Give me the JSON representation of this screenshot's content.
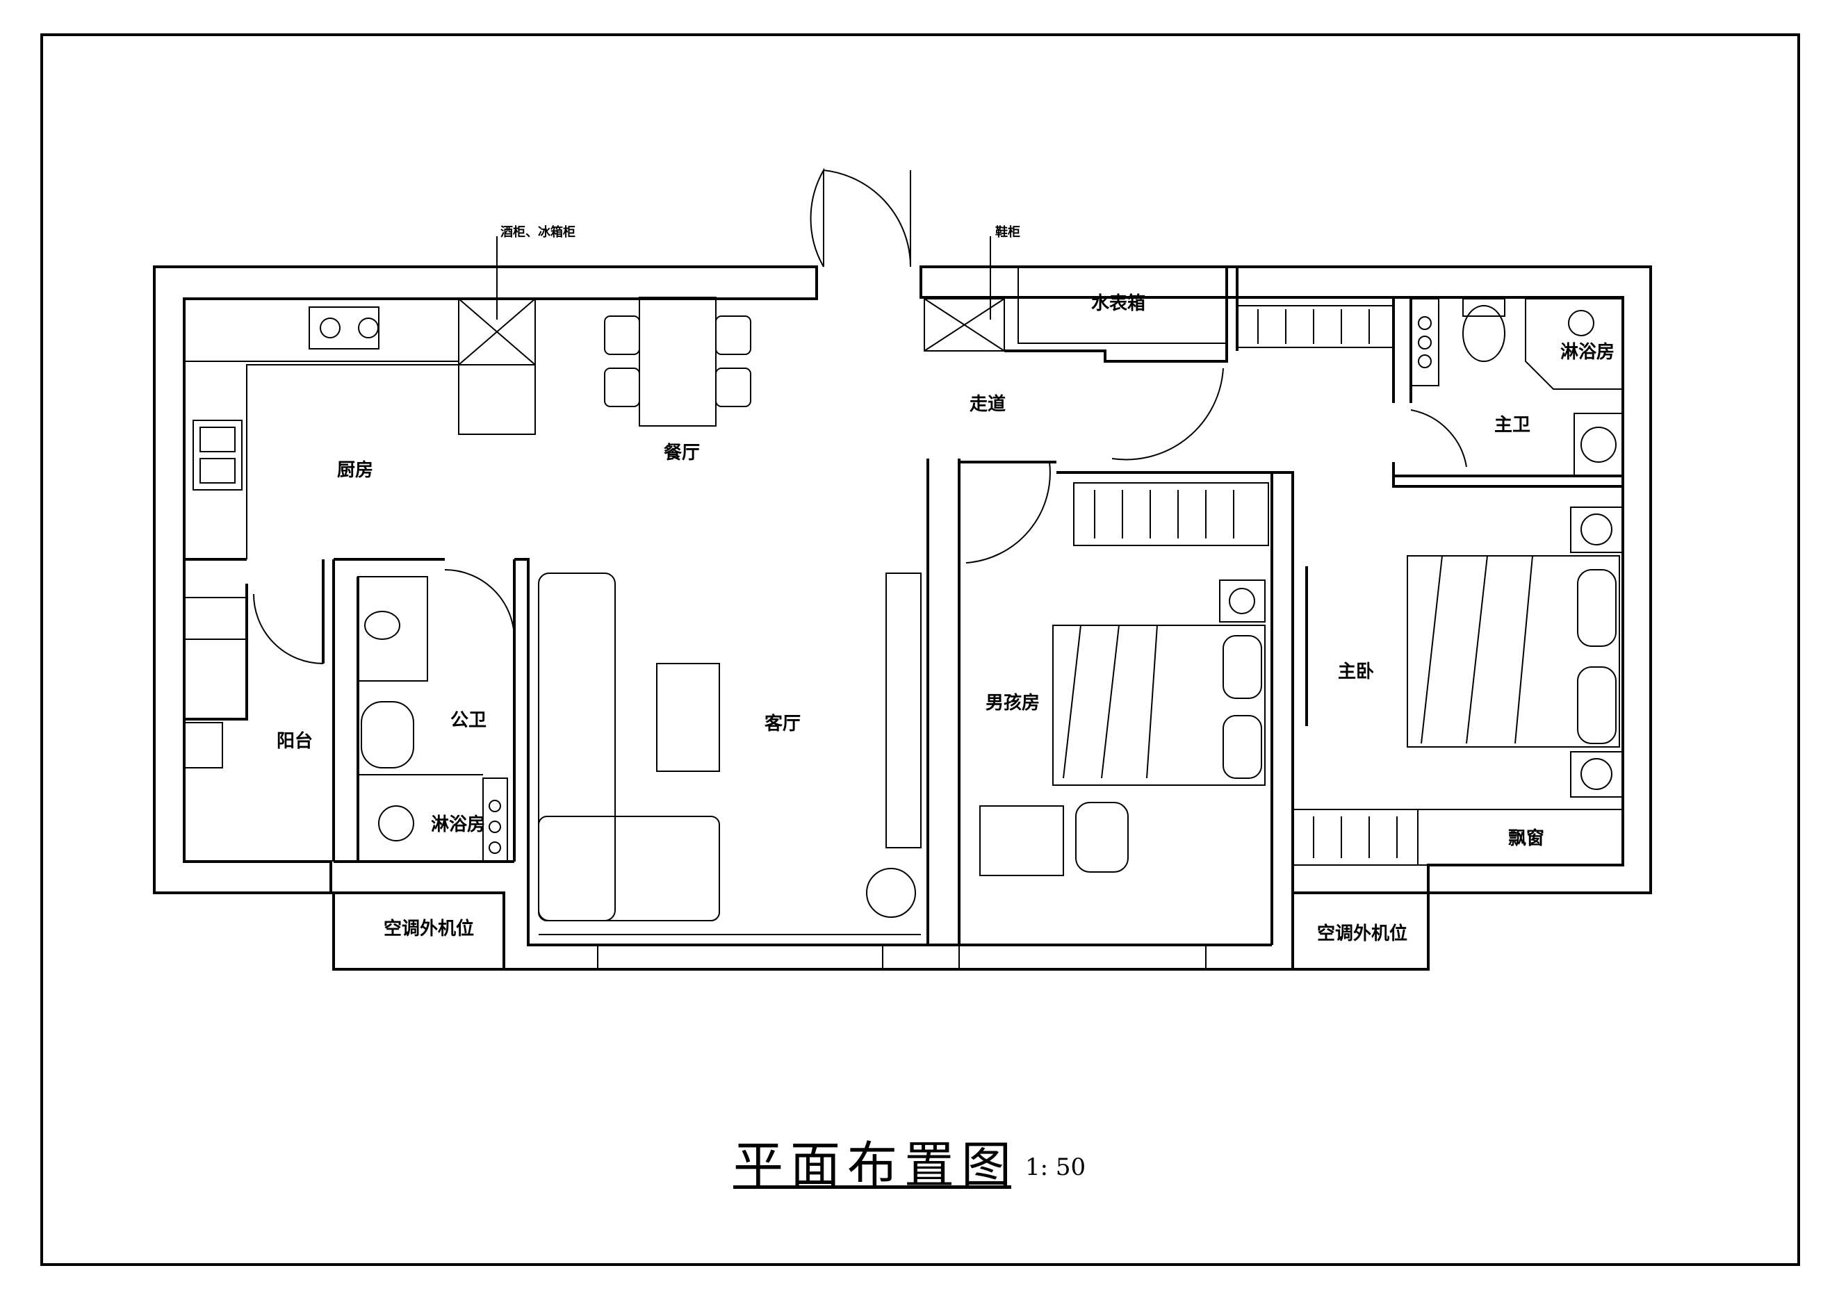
{
  "drawing": {
    "title": "平面布置图",
    "scale": "1: 50",
    "labels": {
      "kitchen": "厨房",
      "dining": "餐厅",
      "corridor": "走道",
      "water_meter": "水表箱",
      "master_bath": "主卫",
      "master_shower": "淋浴房",
      "balcony": "阳台",
      "public_bath": "公卫",
      "public_shower": "淋浴房",
      "living": "客厅",
      "boys_room": "男孩房",
      "master_bed": "主卧",
      "bay_window": "飘窗",
      "ac_left": "空调外机位",
      "ac_right": "空调外机位",
      "wine_cabinet": "酒柜、冰箱柜",
      "shoe_cabinet": "鞋柜"
    }
  }
}
